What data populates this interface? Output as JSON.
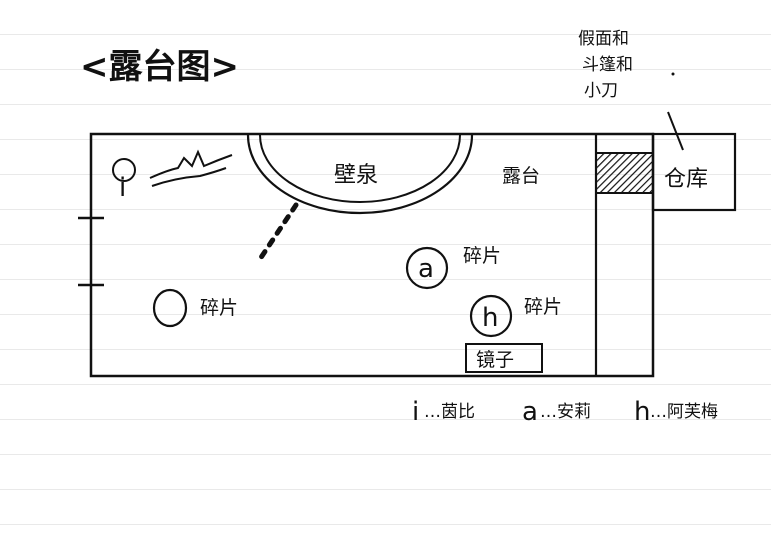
{
  "diagram": {
    "title": "<露台图>",
    "storage_note": [
      "假面和",
      "斗篷和",
      "小刀"
    ],
    "warehouse": "仓库",
    "alcove": "壁泉",
    "terrace": "露台",
    "markers": [
      {
        "letter": "i"
      },
      {
        "letter": "a",
        "caption": "碎片"
      },
      {
        "letter": "h",
        "caption": "碎片"
      },
      {
        "letter": "",
        "caption": "碎片"
      }
    ],
    "mirror": "镜子",
    "legend": [
      {
        "letter": "i",
        "text": "…茵比"
      },
      {
        "letter": "a",
        "text": "…安莉"
      },
      {
        "letter": "h",
        "text": "…阿芙梅"
      }
    ]
  }
}
